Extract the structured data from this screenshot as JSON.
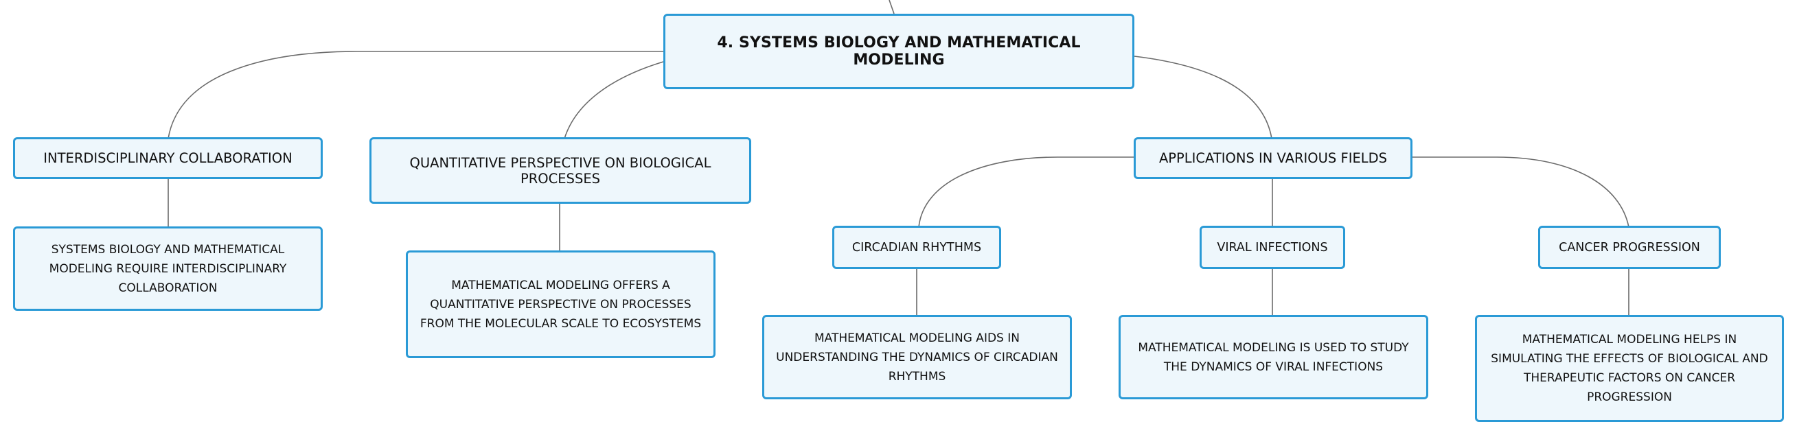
{
  "root": {
    "label": "4. SYSTEMS BIOLOGY AND MATHEMATICAL MODELING"
  },
  "branches": [
    {
      "label": "INTERDISCIPLINARY COLLABORATION",
      "detail": "SYSTEMS BIOLOGY AND MATHEMATICAL MODELING REQUIRE INTERDISCIPLINARY COLLABORATION"
    },
    {
      "label": "QUANTITATIVE PERSPECTIVE ON BIOLOGICAL PROCESSES",
      "detail": "MATHEMATICAL MODELING OFFERS A QUANTITATIVE PERSPECTIVE ON PROCESSES FROM THE MOLECULAR SCALE TO ECOSYSTEMS"
    },
    {
      "label": "APPLICATIONS IN VARIOUS FIELDS",
      "children": [
        {
          "label": "CIRCADIAN RHYTHMS",
          "detail": "MATHEMATICAL MODELING AIDS IN UNDERSTANDING THE DYNAMICS OF CIRCADIAN RHYTHMS"
        },
        {
          "label": "VIRAL INFECTIONS",
          "detail": "MATHEMATICAL MODELING IS USED TO STUDY THE DYNAMICS OF VIRAL INFECTIONS"
        },
        {
          "label": "CANCER PROGRESSION",
          "detail": "MATHEMATICAL MODELING HELPS IN SIMULATING THE EFFECTS OF BIOLOGICAL AND THERAPEUTIC FACTORS ON CANCER PROGRESSION"
        }
      ]
    }
  ],
  "colors": {
    "node_border": "#2a9ad6",
    "node_fill": "#eef7fc",
    "connector": "#6b6b6b",
    "text": "#111111"
  }
}
